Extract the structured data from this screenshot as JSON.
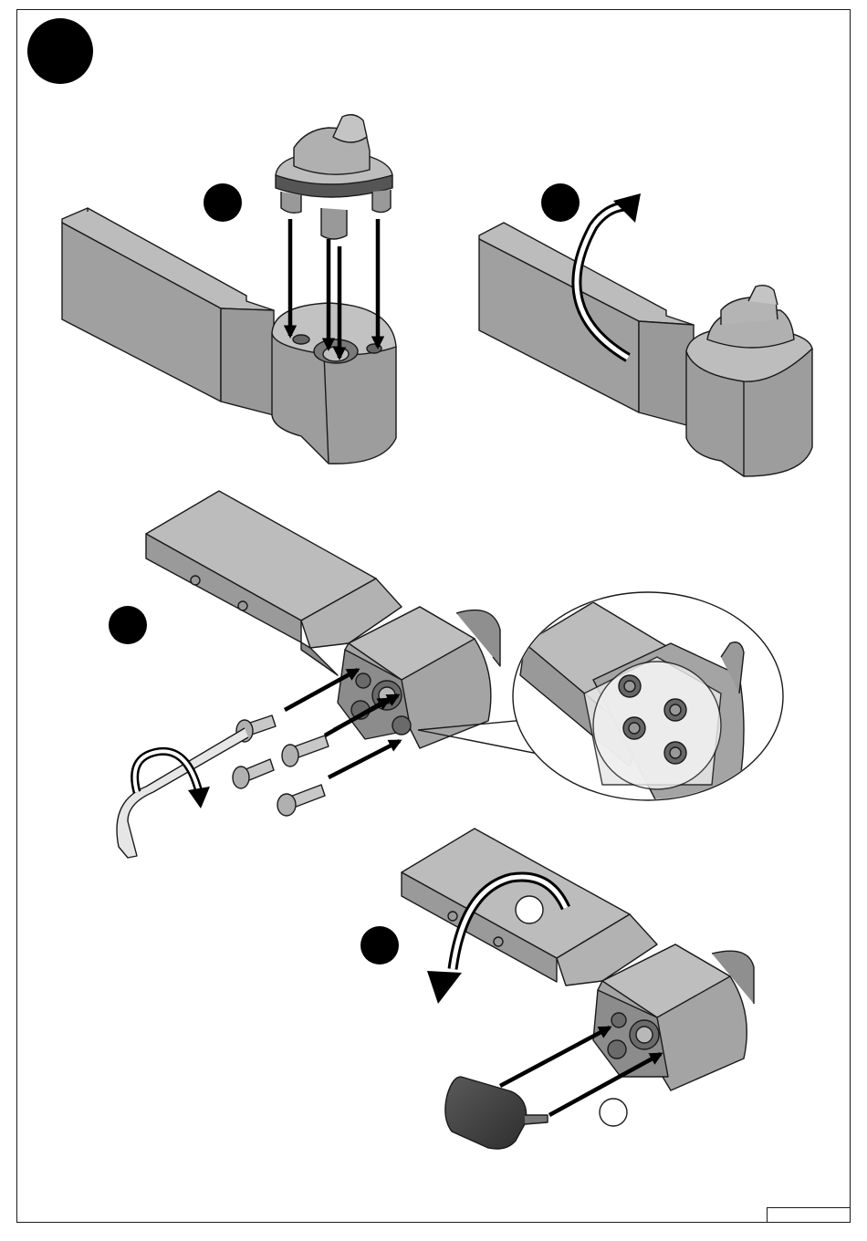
{
  "palette": {
    "part_top": "#b4b4b4",
    "part_side": "#8f8f8f",
    "part_front": "#a3a3a3",
    "part_dark": "#707070",
    "cap": "#454545",
    "outline": "#1a1a1a",
    "arrow": "#000000",
    "step_badge": "#000000"
  },
  "steps": [
    {
      "id": "main",
      "label": ""
    },
    {
      "id": "a",
      "label": ""
    },
    {
      "id": "b",
      "label": ""
    },
    {
      "id": "c",
      "label": ""
    },
    {
      "id": "d",
      "label": ""
    }
  ],
  "page_number": ""
}
